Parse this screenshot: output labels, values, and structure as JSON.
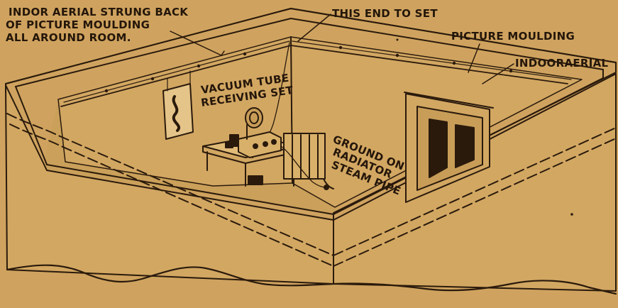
{
  "labels": {
    "aerial_note_line1": "INDOR AERIAL STRUNG BACK",
    "aerial_note_line2": "OF PICTURE MOULDING",
    "aerial_note_line3": "ALL AROUND ROOM.",
    "this_end_to_set": "THIS END TO SET",
    "picture_moulding": "PICTURE MOULDING",
    "indoor_aerial": "INDOORAERIAL",
    "vacuum_tube_line1": "VACUUM TUBE",
    "vacuum_tube_line2": "RECEIVING SET",
    "ground_line1": "GROUND ON",
    "ground_line2": "RADIATOR",
    "ground_line3": "STEAM PIPE"
  },
  "colors": {
    "background": "#cfa35f",
    "ink": "#2a1a0c"
  }
}
